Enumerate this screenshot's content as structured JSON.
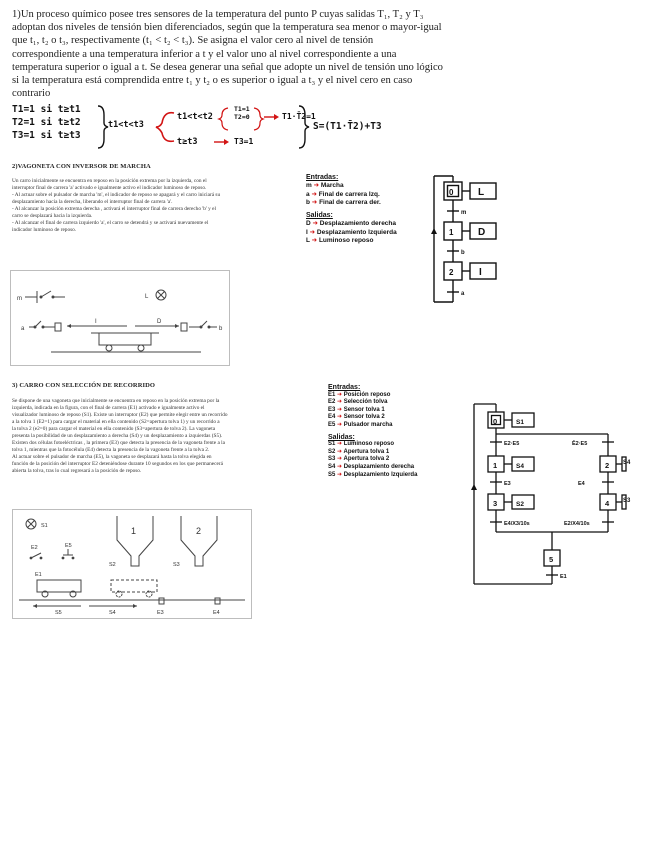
{
  "problem1": {
    "lines": [
      "1)Un proceso químico posee tres sensores de la temperatura del punto P cuyas salidas T₁, T₂ y T₃",
      "adoptan dos niveles de tensión bien diferenciados, según que la temperatura sea menor o mayor-igual",
      "que t₁, t₂ o t₃, respectivamente (t₁ < t₂ < t₃). Se asigna el valor cero al nivel de tensión",
      "correspondiente a una temperatura inferior a t y el valor uno al nivel correspondiente a una",
      "temperatura superior o igual a t. Se desea generar una señal que adopte un nivel de tensión uno lógico",
      "si la temperatura está comprendida entre t₁ y t₂ o es superior o igual a t₃ y el nivel cero en caso",
      "contrario"
    ],
    "hw_left": [
      "T1=1 si t≥t1",
      "T2=1 si t≥t2",
      "T3=1 si t≥t3"
    ],
    "hw_mid": "t1<t<t3",
    "hw_case1": "t1<t<t2",
    "hw_case2": "t≥t3",
    "hw_case1_bracket": [
      "T1=1",
      "T2=0"
    ],
    "hw_case1_result": "T1·T̄2=1",
    "hw_case2_result": "T3=1",
    "hw_final": "S=(T1·T̄2)+T3"
  },
  "problem2": {
    "title": "2)VAGONETA CON INVERSOR DE MARCHA",
    "text": [
      "Un carro inicialmente se encuentra en reposo en la posición extrema por la izquierda, con el",
      "interruptor final de carrera 'a' activado e igualmente activo el indicador luminoso de reposo.",
      "- Al actuar sobre el pulsador de marcha 'm', el indicador de reposo se apagará y el carro iniciará su",
      "desplazamiento hacia la derecha, liberando el interruptor final de carrera 'a'.",
      "- Al alcanzar la posición extrema derecha , activará el interruptor final de carrera derecho 'b' y el",
      "carro se desplazará hacia la izquierda.",
      "- Al alcanzar el final de carrera izquierdo 'a', el carro se detendrá y se activará nuevamente el",
      "indicador luminoso de reposo."
    ],
    "entradas_title": "Entradas:",
    "entradas": [
      {
        "k": "m",
        "v": "Marcha"
      },
      {
        "k": "a",
        "v": "Final de carrera Izq."
      },
      {
        "k": "b",
        "v": "Final de carrera der."
      }
    ],
    "salidas_title": "Salidas:",
    "salidas": [
      {
        "k": "D",
        "v": "Desplazamiento derecha"
      },
      {
        "k": "I",
        "v": "Desplazamiento Izquierda"
      },
      {
        "k": "L",
        "v": "Luminoso reposo"
      }
    ],
    "figure": {
      "m": "m",
      "L": "L",
      "a": "a",
      "b": "b",
      "I": "I",
      "D": "D"
    },
    "grafcet": {
      "steps": [
        "0",
        "1",
        "2"
      ],
      "actions": [
        "L",
        "D",
        "I"
      ],
      "transitions": [
        "m",
        "b",
        "a"
      ]
    }
  },
  "problem3": {
    "title": "3) CARRO CON SELECCIÓN DE RECORRIDO",
    "text": [
      "Se dispone de una vagoneta que inicialmente se encuentra en reposo en la posición extrema por la",
      "izquierda, indicada en la figura, con el final de carrera (E1) activado e igualmente activo el",
      "visualizador luminoso de reposo (S1). Existe un interruptor (E2) que permite elegir entre un recorrido",
      "a la tolva 1 (E2=1) para cargar el material en ella contenido (S2=apertura tolva 1) y un recorrido a",
      "la tolva 2 (e2=0) para cargar el material en ella contenido (S3=apertura de tolva 2). La vagoneta",
      "presenta la posibilidad de un desplazamiento a derecha (S4) y un desplazamiento a izquierdas (S5).",
      "Existen dos células fotoeléctricas , la primera (E3) que detecta la presencia de la vagoneta frente a la",
      "tolva 1, mientras que la fotocélula (E4) detecta la presencia de la vagoneta frente a la tolva 2.",
      " Al actuar sobre el pulsador de marcha (E5), la vagoneta se desplazará hasta la tolva elegida en",
      "función de la posición del interruptor E2 deteniéndose durante 10 segundos en los que permanecerá",
      "abierta la tolva, tras lo cual regresará a la posición de reposo."
    ],
    "entradas_title": "Entradas:",
    "entradas": [
      {
        "k": "E1",
        "v": "Posición reposo"
      },
      {
        "k": "E2",
        "v": "Selección tolva"
      },
      {
        "k": "E3",
        "v": "Sensor tolva 1"
      },
      {
        "k": "E4",
        "v": "Sensor tolva 2"
      },
      {
        "k": "E5",
        "v": "Pulsador marcha"
      }
    ],
    "salidas_title": "Salidas:",
    "salidas": [
      {
        "k": "S1",
        "v": "Luminoso reposo"
      },
      {
        "k": "S2",
        "v": "Apertura tolva 1"
      },
      {
        "k": "S3",
        "v": "Apertura tolva 2"
      },
      {
        "k": "S4",
        "v": "Desplazamiento derecha"
      },
      {
        "k": "S5",
        "v": "Desplazamiento Izquierda"
      }
    ],
    "figure": {
      "S1": "S1",
      "S2": "S2",
      "S3": "S3",
      "E1": "E1",
      "E2": "E2",
      "E3": "E3",
      "E4": "E4",
      "E5": "E5",
      "S4": "S4",
      "S5": "S5",
      "tolva1": "1",
      "tolva2": "2"
    },
    "grafcet": {
      "step0": "0",
      "step0_action": "S1",
      "t_left": "E2·E5",
      "t_right": "Ē2·E5",
      "step1": "1",
      "step1_action": "S4",
      "t1": "E3",
      "step2": "2",
      "step2_action": "S4",
      "t2": "E4",
      "step3": "3",
      "step3_action": "S2",
      "t3": "E4/X3/10s",
      "step4": "4",
      "step4_action": "S3",
      "t4": "E2/X4/10s",
      "step5": "5",
      "step5_action": "",
      "t5": "E1"
    }
  }
}
